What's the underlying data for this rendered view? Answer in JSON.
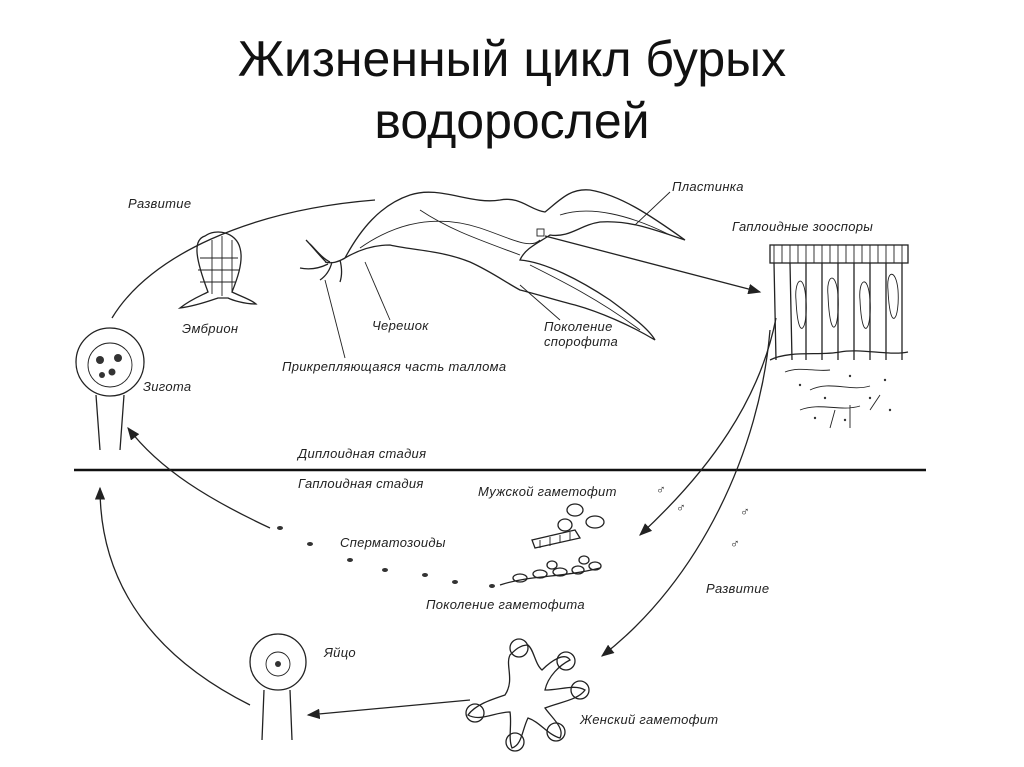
{
  "title": {
    "line1": "Жизненный цикл бурых",
    "line2": "водорослей"
  },
  "labels": {
    "development_top": "Развитие",
    "embryo": "Эмбрион",
    "zygote": "Зигота",
    "blade": "Пластинка",
    "haploid_zoospores": "Гаплоидные зооспоры",
    "stalk": "Черешок",
    "sporophyte_generation_line1": "Поколение",
    "sporophyte_generation_line2": "спорофита",
    "holdfast": "Прикрепляющаяся часть таллома",
    "diploid_stage": "Диплоидная стадия",
    "haploid_stage": "Гаплоидная стадия",
    "male_gametophyte": "Мужской гаметофит",
    "spermatozoids": "Сперматозоиды",
    "gametophyte_generation": "Поколение гаметофита",
    "development_right": "Развитие",
    "egg": "Яйцо",
    "female_gametophyte": "Женский гаметофит",
    "male_symbol": "♂"
  },
  "icons": {
    "embryo": "embryo-icon",
    "zygote": "zygote-cell-icon",
    "sporophyte": "kelp-sporophyte-icon",
    "zoospores": "sporangia-tissue-icon",
    "male_gametophyte": "male-gametophyte-filament-icon",
    "gametophyte": "gametophyte-filament-icon",
    "female_gametophyte": "female-gametophyte-icon",
    "egg": "egg-cell-icon"
  }
}
